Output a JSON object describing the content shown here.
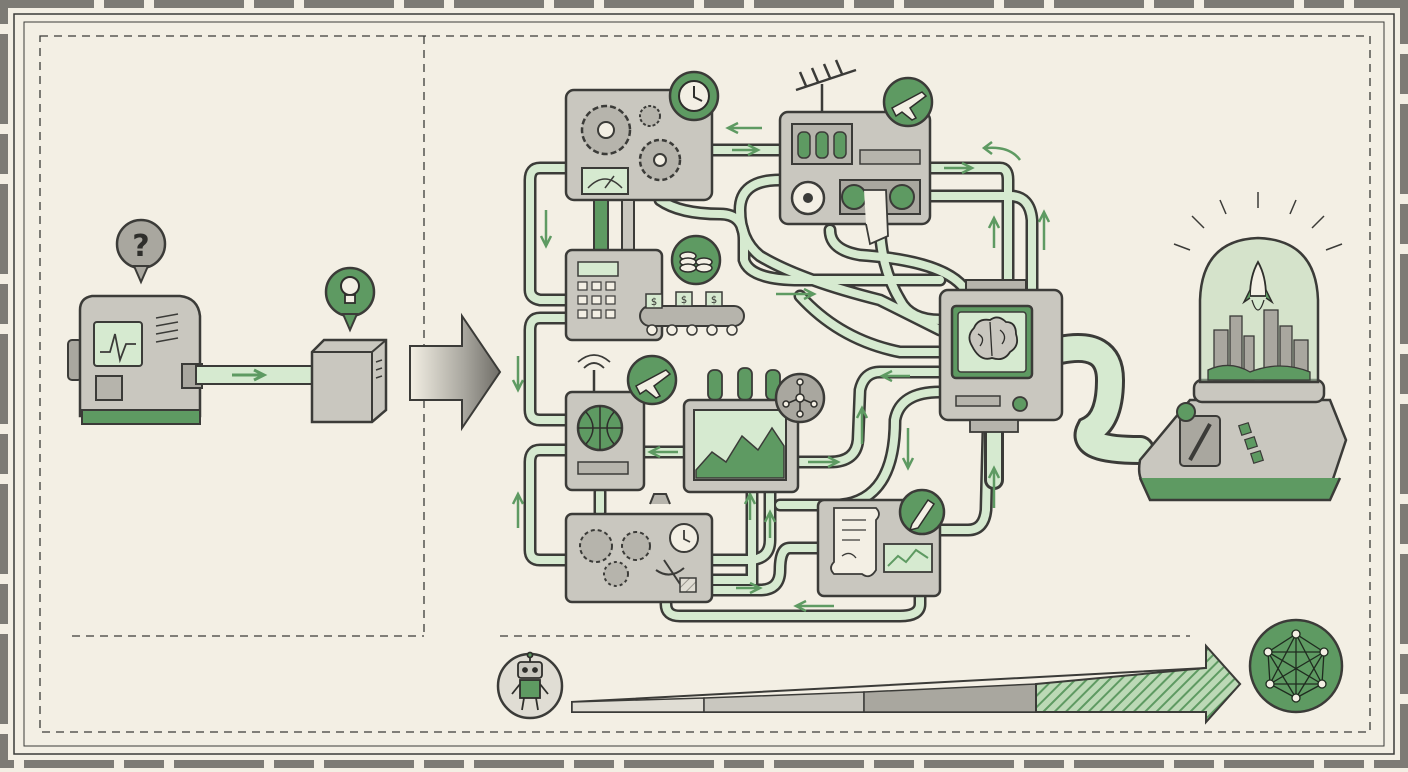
{
  "colors": {
    "paper": "#f3efe4",
    "ink": "#3b3b38",
    "metal": "#c9c7bf",
    "metal_dark": "#a9a79f",
    "accent_green": "#5e9a62",
    "accent_green_light": "#bcd9b6",
    "screen_green": "#d6ead0",
    "frame": "#7d7b75"
  },
  "diagram": {
    "left_panel": {
      "input_machine": {
        "bubble_icon": "question-mark-icon",
        "bubble_text": "?"
      },
      "output_box": {
        "bubble_icon": "lightbulb-icon"
      },
      "transition_arrow": "big-right-arrow"
    },
    "network": {
      "modules": [
        {
          "name": "gear-machine",
          "badge_icon": "clock-icon"
        },
        {
          "name": "radio-tape-machine",
          "badge_icon": "airplane-icon"
        },
        {
          "name": "calculator-conveyor",
          "badge_icon": "coins-icon"
        },
        {
          "name": "globe-radio",
          "badge_icon": "airplane-icon"
        },
        {
          "name": "chart-monitor",
          "badge_icon": "network-node-icon"
        },
        {
          "name": "gear-press",
          "badge_icon": "clock-icon"
        },
        {
          "name": "document-printer",
          "badge_icon": "pen-icon"
        },
        {
          "name": "brain-hub",
          "badge_icon": "brain-icon"
        }
      ],
      "conveyor_label": "$"
    },
    "result": {
      "name": "dome-city-console",
      "icon": "rocket-icon"
    },
    "progress": {
      "start_icon": "robot-icon",
      "end_icon": "network-graph-icon",
      "fill_fraction": 0.72
    }
  }
}
